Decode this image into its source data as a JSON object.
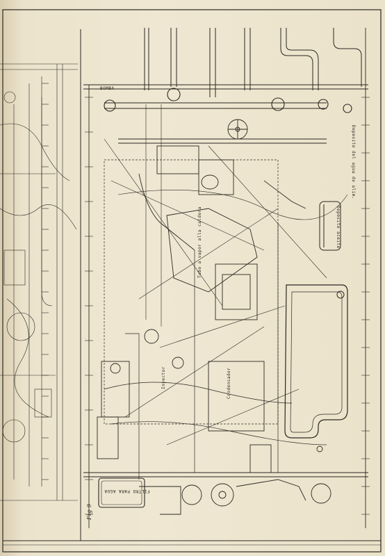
{
  "labels": {
    "bomba": "BOMBA",
    "filtro": "FILTRO PARA AGUA",
    "fig": "Fig 9",
    "caldera_note": "Tubo a vapor alla caldera",
    "condensador": "Condensador",
    "inyector": "Inyector",
    "deposito": "Deposito del agua de alim.",
    "aceite": "Deposito aceite"
  },
  "colors": {
    "paper": "#efe7d2",
    "ink": "#2b2722"
  }
}
